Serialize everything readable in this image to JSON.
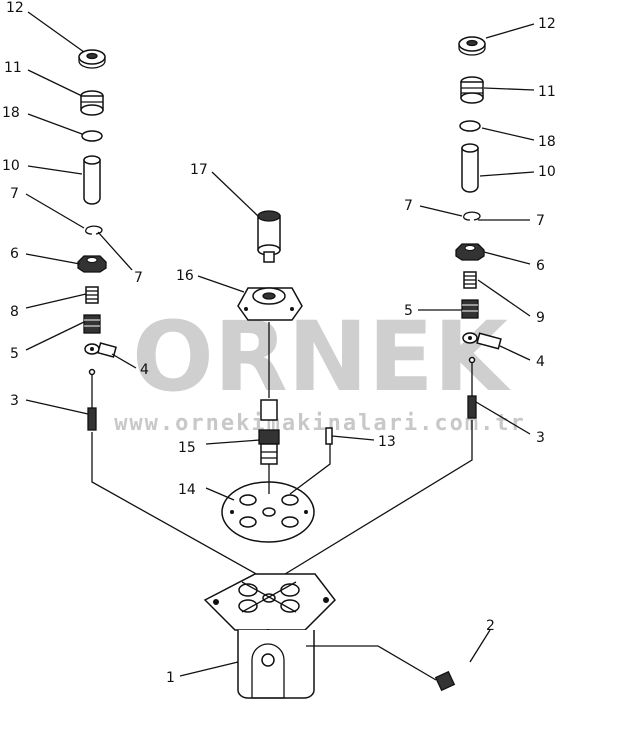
{
  "watermark": {
    "brand": "ORNEK",
    "url": "www.ornekimakinalari.com.tr",
    "color": "#c8c8c8"
  },
  "callouts": {
    "l12": "12",
    "l11": "11",
    "l18": "18",
    "l10": "10",
    "l7a": "7",
    "l7b": "7",
    "l6": "6",
    "l8": "8",
    "l5": "5",
    "l4": "4",
    "l3": "3",
    "c17": "17",
    "c16": "16",
    "c15": "15",
    "c13": "13",
    "c14": "14",
    "c1": "1",
    "c2": "2",
    "r12": "12",
    "r11": "11",
    "r18": "18",
    "r10": "10",
    "r7a": "7",
    "r7b": "7",
    "r6": "6",
    "r9": "9",
    "r5": "5",
    "r4": "4",
    "r3": "3"
  }
}
